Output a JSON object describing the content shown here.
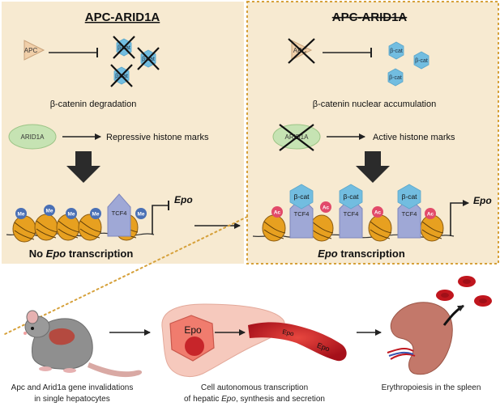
{
  "left_panel": {
    "title": "APC-ARID1A",
    "apc_label": "APC",
    "bcat_label": "β-cat",
    "degradation_caption": "β-catenin degradation",
    "arid1a_label": "ARID1A",
    "histone_caption": "Repressive histone marks",
    "me_label": "Me",
    "tcf4_label": "TCF4",
    "gene_label": "Epo",
    "result_prefix": "No ",
    "result_gene": "Epo",
    "result_suffix": " transcription"
  },
  "right_panel": {
    "title": "APC-ARID1A",
    "apc_label": "APC",
    "bcat_label": "β-cat",
    "accumulation_caption": "β-catenin nuclear accumulation",
    "arid1a_label": "ARID1A",
    "histone_caption": "Active histone marks",
    "ac_label": "Ac",
    "tcf4_label": "TCF4",
    "gene_label": "Epo",
    "result_gene": "Epo",
    "result_suffix": " transcription"
  },
  "bottom": {
    "mouse_caption_line1": "Apc and Arid1a gene invalidations",
    "mouse_caption_line2": "in single hepatocytes",
    "hepatocyte_label": "Epo",
    "vessel_label_1": "Epo",
    "vessel_label_2": "Epo",
    "liver_caption_line1": "Cell autonomous transcription",
    "liver_caption_line2_prefix": "of hepatic ",
    "liver_caption_line2_gene": "Epo",
    "liver_caption_line2_suffix": ", synthesis and secretion",
    "spleen_caption": "Erythropoiesis in the spleen"
  },
  "colors": {
    "panel_bg": "#f7ead1",
    "apc": "#f0cfa9",
    "bcat": "#72bde0",
    "arid1a": "#c6e3b3",
    "tcf4": "#9fa8d6",
    "me": "#4a70b5",
    "ac": "#e24a6a",
    "nucleosome": "#e7a020",
    "block_arrow": "#2b2b2b",
    "dotted": "#d6a13b",
    "blood": "#c0161e",
    "liver": "#f6c9bd",
    "spleen": "#c3786a"
  }
}
